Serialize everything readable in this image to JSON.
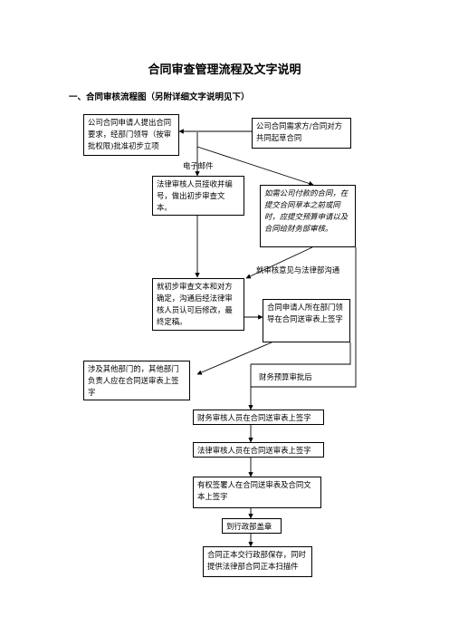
{
  "title": "合同审查管理流程及文字说明",
  "subtitle": "一、合同审核流程图（另附详细文字说明见下）",
  "boxes": {
    "apply": "公司合同申请人提出合同要求，经部门领导（按审批权限)批准初步立项",
    "demand": "公司合同需求方/合同对方共同起草合同",
    "legal_receive": "法律审核人员接收并编号，做出初步审查文本。",
    "payment_note": "如需公司付款的合同，在提交合同草本之前或同时，应提交预算申请以及合同给财务部审核。",
    "confirm": "就初步审查文本和对方确定，沟通后经法律审核人员认可后修改，最终定稿。",
    "dept_sign": "合同申请人所在部门领导在合同送审表上签字",
    "other_dept": "涉及其他部门的，其他部门负责人应在合同送审表上签字",
    "finance_sign": "财务审核人员在合同送审表上签字",
    "legal_sign": "法律审核人员在合同送审表上签字",
    "authorized_sign": "有权签署人在合同送审表及合同文本上签字",
    "stamp": "到行政部盖章",
    "archive": "合同正本交行政部保存，同时提供法律部合同正本扫描件"
  },
  "labels": {
    "email": "电子邮件",
    "communicate": "就审核意见与法律部沟通",
    "budget_approved": "财务预算审批后"
  }
}
